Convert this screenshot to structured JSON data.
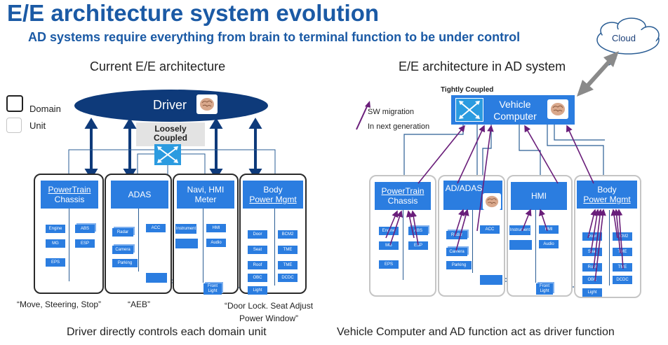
{
  "title": "E/E architecture system evolution",
  "subtitle": "AD systems require everything from brain to terminal function to be under control",
  "cloud_label": "Cloud",
  "legend": {
    "domain": "Domain",
    "unit": "Unit"
  },
  "left": {
    "heading": "Current E/E architecture",
    "driver": "Driver",
    "coupling": "Loosely\nCoupled",
    "domains": [
      {
        "title_line1": "PowerTrain",
        "title_line2": "Chassis",
        "units": [
          "Engine",
          "ABS",
          "MG",
          "ESP",
          "EPS"
        ]
      },
      {
        "title_line1": "ADAS",
        "title_line2": "",
        "units": [
          "Radar",
          "ACC",
          "Camera",
          "Parking"
        ]
      },
      {
        "title_line1": "Navi, HMI",
        "title_line2": "Meter",
        "units": [
          "Instrument",
          "HMI",
          "Audio"
        ]
      },
      {
        "title_line1": "Body",
        "title_line2": "Power Mgmt",
        "units": [
          "Door",
          "BCM2",
          "Seat",
          "TME",
          "Roof",
          "TME",
          "OBC",
          "DCDC",
          "Light"
        ]
      }
    ],
    "gateway_unit": "Front Light",
    "captions": [
      "“Move, Steering, Stop”",
      "“AEB”",
      "“Door Lock. Seat Adjust\nPower Window”"
    ],
    "footer": "Driver directly controls each domain unit"
  },
  "right": {
    "heading": "E/E architecture in AD system",
    "coupling": "Tightly Coupled",
    "vehicle_computer": "Vehicle\nComputer",
    "migration_line1": "SW migration",
    "migration_line2": "In next generation",
    "domains": [
      {
        "title_line1": "PowerTrain",
        "title_line2": "Chassis",
        "units": [
          "Engine",
          "ABS",
          "MG",
          "ESP",
          "EPS"
        ]
      },
      {
        "title_line1": "AD/ADAS",
        "title_line2": "",
        "units": [
          "Radar",
          "ACC",
          "Camera",
          "Parking"
        ]
      },
      {
        "title_line1": "HMI",
        "title_line2": "",
        "units": [
          "Instrument",
          "HMI",
          "Audio"
        ]
      },
      {
        "title_line1": "Body",
        "title_line2": "Power Mgmt",
        "units": [
          "Door",
          "BCM2",
          "Seat",
          "TME",
          "Roof",
          "TME",
          "OBC",
          "DCDC",
          "Light"
        ]
      }
    ],
    "gateway_unit": "Front Light",
    "footer": "Vehicle Computer and AD function act as driver function"
  },
  "colors": {
    "title": "#1b5aa5",
    "block": "#2b7de0",
    "driver": "#0e3a7a",
    "wire": "#2a5d94",
    "migration": "#6a1e7a"
  }
}
